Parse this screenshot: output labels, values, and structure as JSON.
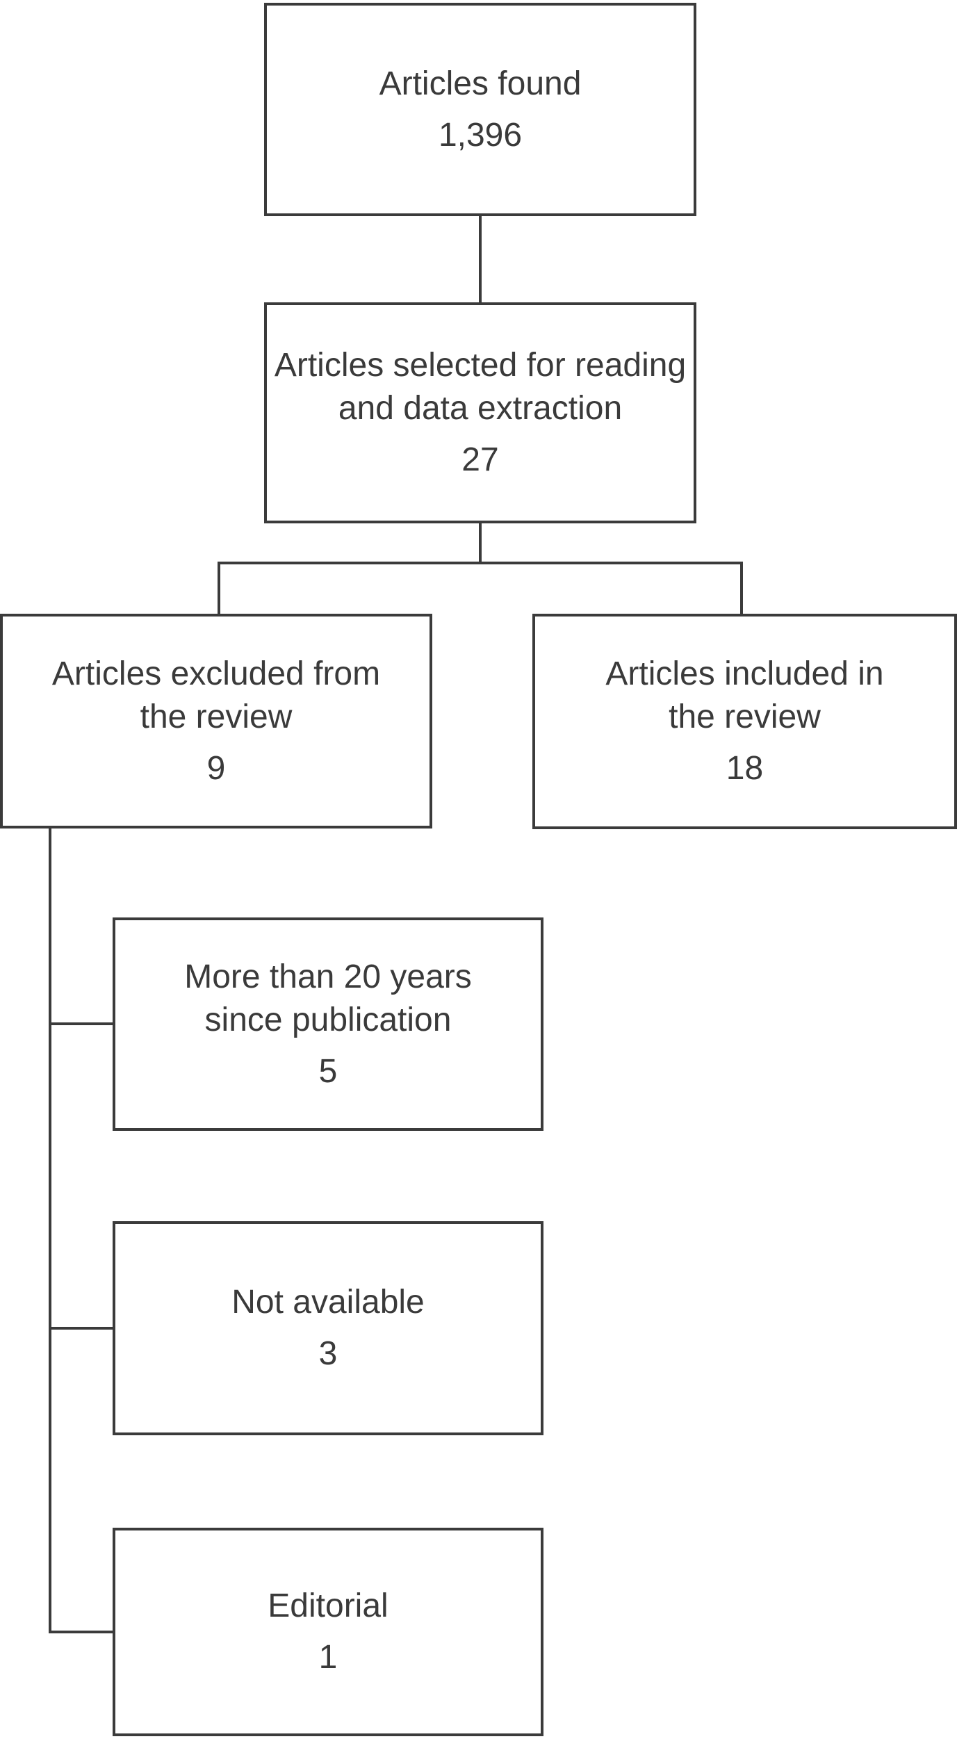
{
  "figure": {
    "type": "flowchart",
    "background": "#ffffff",
    "line_color": "#3b3b3b",
    "text_color": "#3a3a3a"
  },
  "nodes": {
    "found": {
      "lines": [
        "Articles found"
      ],
      "value": "1,396"
    },
    "selected": {
      "lines": [
        "Articles selected for reading",
        "and data extraction"
      ],
      "value": "27"
    },
    "excluded": {
      "lines": [
        "Articles excluded from",
        "the review"
      ],
      "value": "9"
    },
    "included": {
      "lines": [
        "Articles included in",
        "the review"
      ],
      "value": "18"
    },
    "old_publication": {
      "lines": [
        "More than 20 years",
        "since publication"
      ],
      "value": "5"
    },
    "not_available": {
      "lines": [
        "Not available"
      ],
      "value": "3"
    },
    "editorial": {
      "lines": [
        "Editorial"
      ],
      "value": "1"
    }
  },
  "edges": [
    {
      "from": "found",
      "to": "selected"
    },
    {
      "from": "selected",
      "to": "excluded"
    },
    {
      "from": "selected",
      "to": "included"
    },
    {
      "from": "excluded",
      "to": "old_publication"
    },
    {
      "from": "excluded",
      "to": "not_available"
    },
    {
      "from": "excluded",
      "to": "editorial"
    }
  ]
}
